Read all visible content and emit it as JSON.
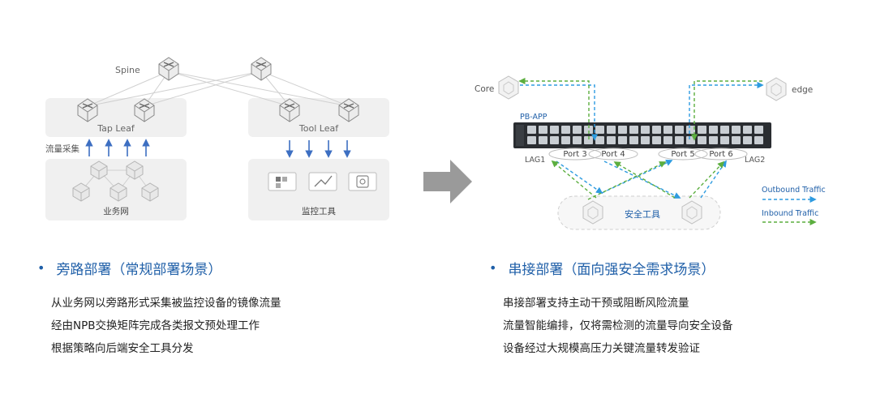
{
  "left_diagram": {
    "spine_label": "Spine",
    "tap_leaf_label": "Tap Leaf",
    "tool_leaf_label": "Tool Leaf",
    "collect_label": "流量采集",
    "biz_net_label": "业务网",
    "monitor_label": "监控工具"
  },
  "right_diagram": {
    "core_label": "Core",
    "edge_label": "edge",
    "device_label": "PB-APP",
    "ports": [
      "Port 3",
      "Port 4",
      "Port 5",
      "Port 6"
    ],
    "lag1_label": "LAG1",
    "lag2_label": "LAG2",
    "security_label": "安全工具",
    "legend": {
      "outbound": "Outbound Traffic",
      "inbound": "Inbound Traffic"
    }
  },
  "colors": {
    "outbound": "#2e9be0",
    "inbound": "#5cae3f",
    "accent": "#1f5fa8",
    "arrow_blue": "#3d6fc2"
  },
  "left_section": {
    "title": "旁路部署（常规部署场景）",
    "items": [
      "从业务网以旁路形式采集被监控设备的镜像流量",
      "经由NPB交换矩阵完成各类报文预处理工作",
      "根据策略向后端安全工具分发"
    ]
  },
  "right_section": {
    "title": "串接部署（面向强安全需求场景）",
    "items": [
      "串接部署支持主动干预或阻断风险流量",
      "流量智能编排，仅将需检测的流量导向安全设备",
      "设备经过大规模高压力关键流量转发验证"
    ]
  }
}
